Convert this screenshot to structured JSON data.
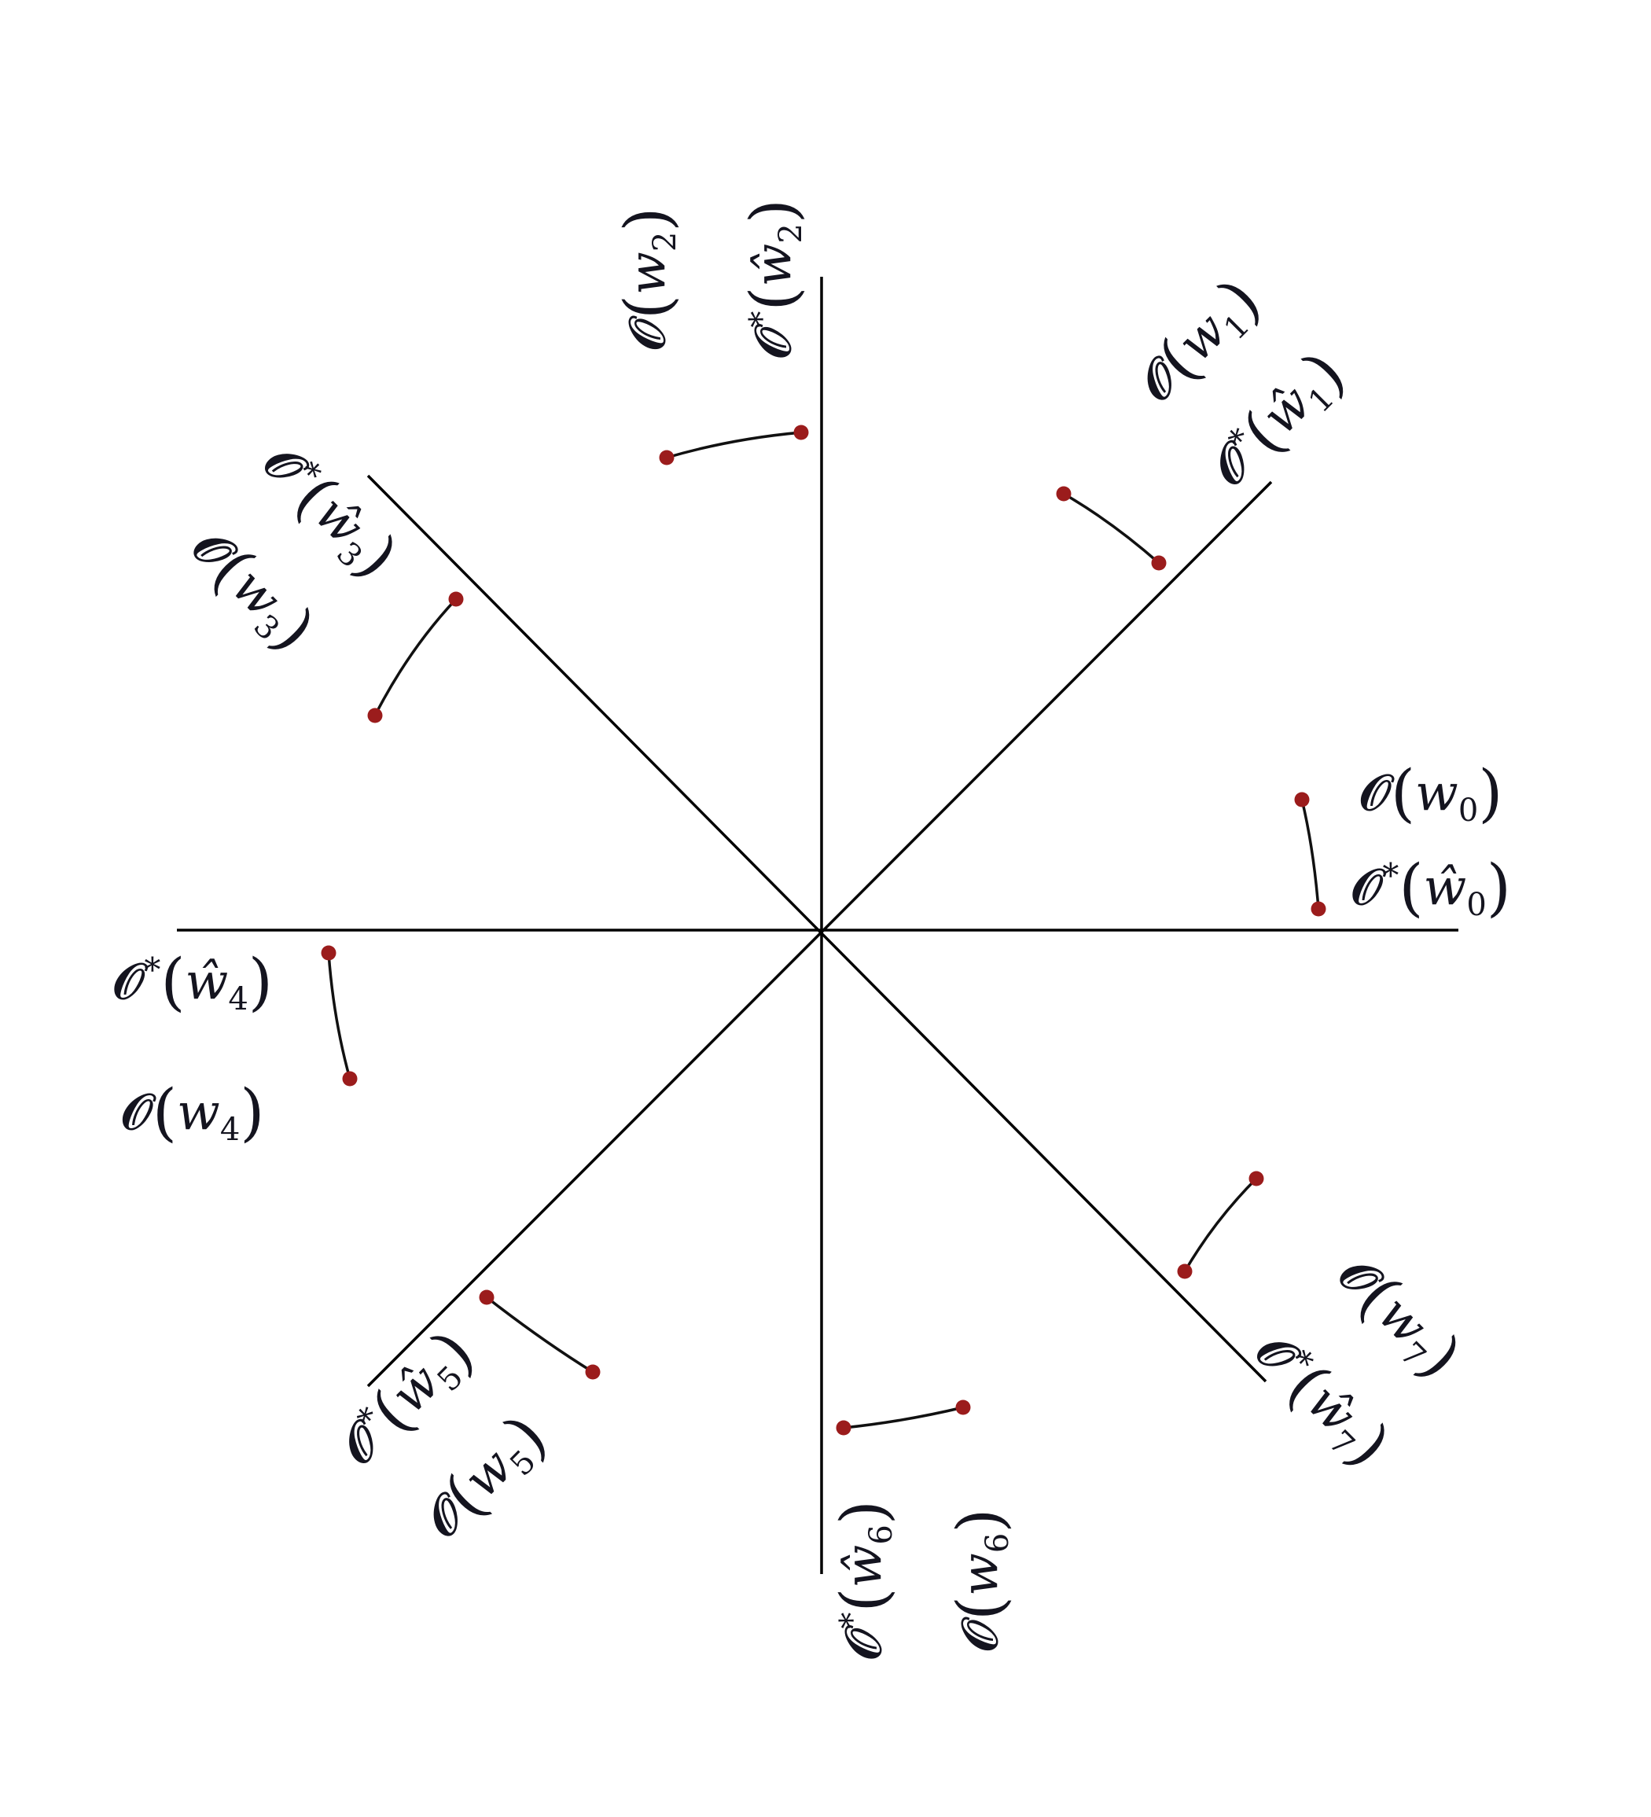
{
  "colors": {
    "axis": "#000000",
    "arc": "#111111",
    "dot": "#9b1c1c",
    "text": "#14141f"
  },
  "rays": [
    {
      "name": "ray-0",
      "index": 0,
      "label_w": "𝒪(w₀)",
      "label_hat": "𝒪*(ŵ₀)"
    },
    {
      "name": "ray-1",
      "index": 1,
      "label_w": "𝒪(w₁)",
      "label_hat": "𝒪*(ŵ₁)"
    },
    {
      "name": "ray-2",
      "index": 2,
      "label_w": "𝒪(w₂)",
      "label_hat": "𝒪*(ŵ₂)"
    },
    {
      "name": "ray-3",
      "index": 3,
      "label_w": "𝒪(w₃)",
      "label_hat": "𝒪*(ŵ₃)"
    },
    {
      "name": "ray-4",
      "index": 4,
      "label_w": "𝒪(w₄)",
      "label_hat": "𝒪*(ŵ₄)"
    },
    {
      "name": "ray-5",
      "index": 5,
      "label_w": "𝒪(w₅)",
      "label_hat": "𝒪*(ŵ₅)"
    },
    {
      "name": "ray-6",
      "index": 6,
      "label_w": "𝒪(w₆)",
      "label_hat": "𝒪*(ŵ₆)"
    },
    {
      "name": "ray-7",
      "index": 7,
      "label_w": "𝒪(w₇)",
      "label_hat": "𝒪*(ŵ₇)"
    }
  ]
}
